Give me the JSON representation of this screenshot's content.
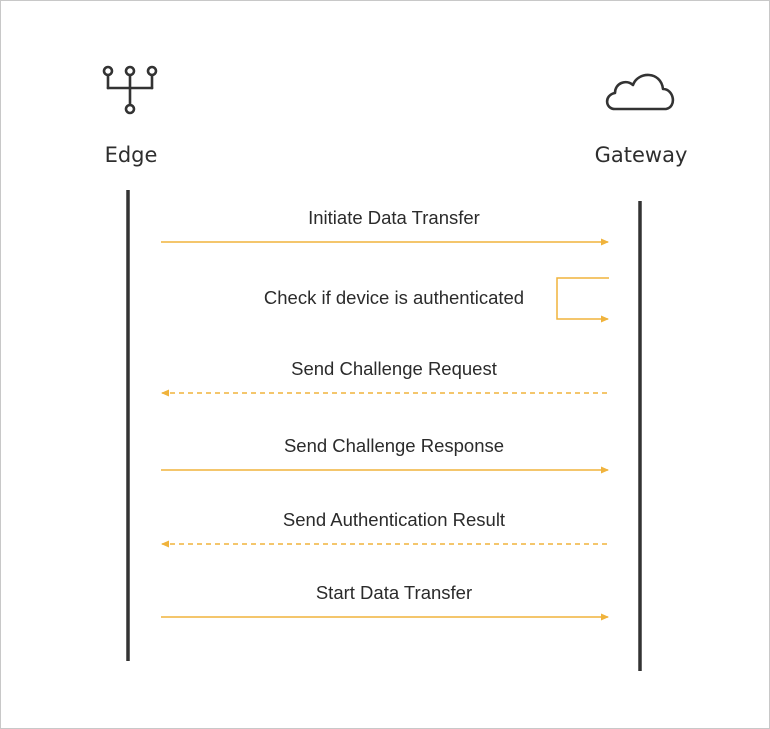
{
  "actors": {
    "left": {
      "label": "Edge",
      "icon": "network-hub-icon"
    },
    "right": {
      "label": "Gateway",
      "icon": "cloud-icon"
    }
  },
  "messages": [
    {
      "label": "Initiate Data Transfer",
      "direction": "right",
      "style": "solid"
    },
    {
      "label": "Check if device is authenticated",
      "direction": "self",
      "style": "solid"
    },
    {
      "label": "Send Challenge Request",
      "direction": "left",
      "style": "dashed"
    },
    {
      "label": "Send Challenge Response",
      "direction": "right",
      "style": "solid"
    },
    {
      "label": "Send Authentication Result",
      "direction": "left",
      "style": "dashed"
    },
    {
      "label": "Start Data Transfer",
      "direction": "right",
      "style": "solid"
    }
  ],
  "colors": {
    "arrow": "#f0b33c",
    "lifeline": "#333333",
    "icon": "#333333",
    "text": "#2b2b2b"
  }
}
